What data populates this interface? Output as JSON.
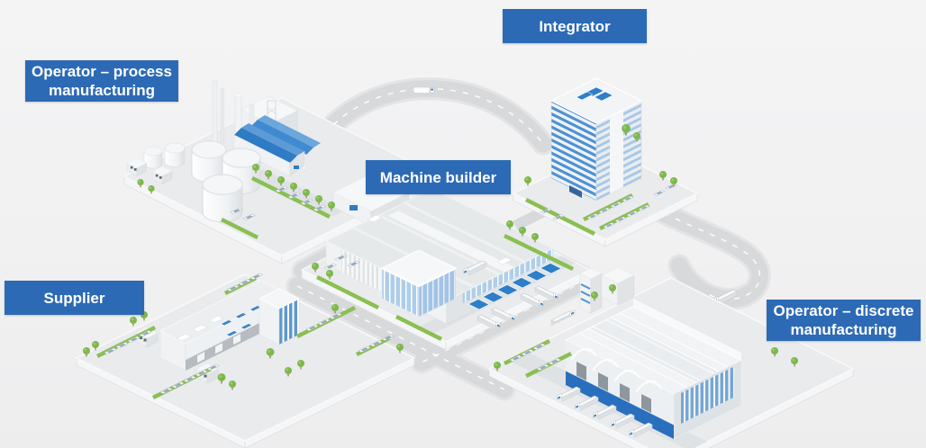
{
  "labels": {
    "operator_process": "Operator – process manufacturing",
    "integrator": "Integrator",
    "machine_builder": "Machine builder",
    "supplier": "Supplier",
    "operator_discrete": "Operator – discrete manufacturing"
  },
  "colors": {
    "label_background": "#2c6ab6",
    "label_text": "#ffffff",
    "accent_blue": "#2f7ec9",
    "roof_blue": "#2e7bc6",
    "glass_blue": "#aecdea",
    "greenery": "#8abf52",
    "road_gray": "#d7d9da",
    "platform_gray": "#e9ebec",
    "background": "#f1f1f2"
  },
  "scene": {
    "description": "Isometric industrial ecosystem connected by roads",
    "entities": [
      {
        "name": "process-plant-illustration",
        "caption_ref": "operator_process",
        "position": "top-left"
      },
      {
        "name": "integrator-tower-illustration",
        "caption_ref": "integrator",
        "position": "top-right"
      },
      {
        "name": "machine-builder-factory-illustration",
        "caption_ref": "machine_builder",
        "position": "center"
      },
      {
        "name": "supplier-warehouse-illustration",
        "caption_ref": "supplier",
        "position": "bottom-left"
      },
      {
        "name": "discrete-manufacturing-hall-illustration",
        "caption_ref": "operator_discrete",
        "position": "bottom-right"
      }
    ]
  }
}
